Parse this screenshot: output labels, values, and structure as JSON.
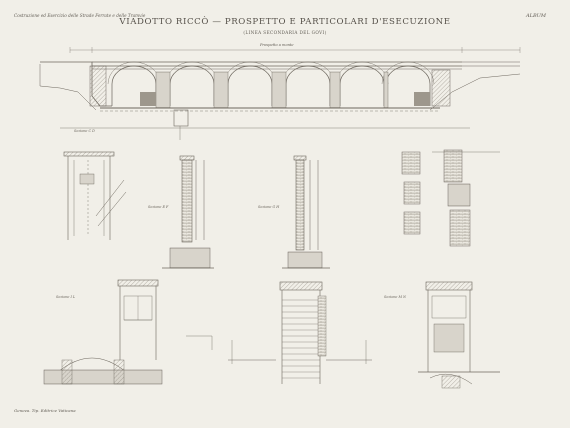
{
  "sheet": {
    "header_left": "Costruzione ed Esercizio delle Strade Ferrate e delle Tramvie",
    "header_right": "ALBUM",
    "title": "VIADOTTO RICCÒ — PROSPETTO E PARTICOLARI D'ESECUZIONE",
    "subtitle": "(LINEA SECONDARIA DEL GOVI)",
    "view_label": "Prospetto a monte",
    "footer_left": "Genova. Tip. Editrice Vaticana"
  },
  "sections": {
    "s1": "Sezione C D",
    "s2": "Sezione E F",
    "s3": "Sezione G H",
    "s4": "Sezione I L",
    "s5": "Sezione M N"
  },
  "colors": {
    "paper": "#f1efe8",
    "ink": "#5f5a52",
    "shade": "#8c867b"
  }
}
